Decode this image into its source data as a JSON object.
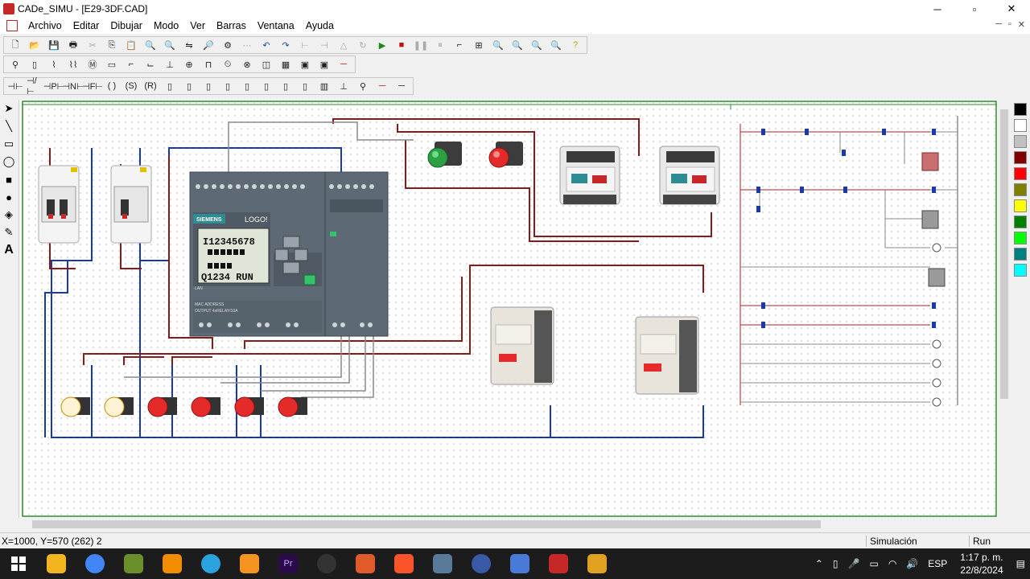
{
  "window": {
    "title": "CADe_SIMU - [E29-3DF.CAD]",
    "minimize": "─",
    "maximize": "▫",
    "close": "✕"
  },
  "menu": [
    "Archivo",
    "Editar",
    "Dibujar",
    "Modo",
    "Ver",
    "Barras",
    "Ventana",
    "Ayuda"
  ],
  "plc": {
    "brand": "SIEMENS",
    "model": "LOGO!",
    "screen_line1": "I12345678",
    "screen_line3": "Q1234 RUN",
    "lan": "LAN",
    "mac": "MAC ADDRESS",
    "outputs": "OUTPUT 4xRELAY/10A"
  },
  "status": {
    "coords": "X=1000, Y=570 (262) 2",
    "mode": "Simulación",
    "state": "Run"
  },
  "taskbar": {
    "lang": "ESP",
    "time": "1:17 p. m.",
    "date": "22/8/2024",
    "apps": [
      "file-explorer",
      "chrome",
      "app-3",
      "vlc",
      "telegram",
      "app-6",
      "premiere",
      "app-8",
      "app-9",
      "brave",
      "app-11",
      "app-12",
      "app-13",
      "cade-simu",
      "app-15"
    ]
  },
  "palette": [
    "#000000",
    "#ffffff",
    "#c0c0c0",
    "#800000",
    "#ff0000",
    "#808000",
    "#ffff00",
    "#008000",
    "#00ff00",
    "#008080",
    "#00ffff"
  ]
}
